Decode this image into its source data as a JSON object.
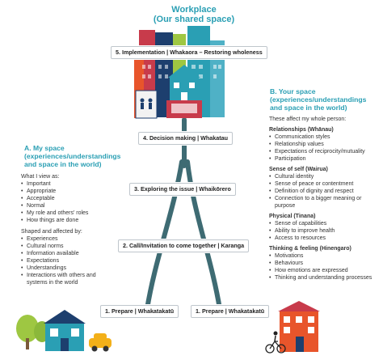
{
  "workplace": {
    "title": "Workplace",
    "subtitle": "(Our shared space)"
  },
  "steps": {
    "implementation": "5. Implementation | Whakaora – Restoring wholeness",
    "decision": "4. Decision making | Whakatau",
    "exploring": "3. Exploring the issue | Whaikōrero",
    "call": "2. Call/Invitation to come together | Karanga",
    "prepare_left": "1. Prepare | Whakatakatū",
    "prepare_right": "1. Prepare | Whakatakatū"
  },
  "left_panel": {
    "heading": [
      "A. My space",
      "(experiences/understandings",
      "and space in the world)"
    ],
    "intro": "What I view as:",
    "view_items": [
      "Important",
      "Appropriate",
      "Acceptable",
      "Normal",
      "My role and others' roles",
      "How things are done"
    ],
    "shaped_intro": "Shaped and affected by:",
    "shaped_items": [
      "Experiences",
      "Cultural norms",
      "Information available",
      "Expectations",
      "Understandings",
      "Interactions with others and systems in the world"
    ]
  },
  "right_panel": {
    "heading": [
      "B. Your space",
      "(experiences/understandings",
      "and space in the world)"
    ],
    "intro": "These affect my whole person:",
    "groups": [
      {
        "title": "Relationships (Whānau)",
        "items": [
          "Communication styles",
          "Relationship values",
          "Expectations of reciprocity/mutuality",
          "Participation"
        ]
      },
      {
        "title": "Sense of self (Wairua)",
        "items": [
          "Cultural identity",
          "Sense of peace or contentment",
          "Definition of dignity and respect",
          "Connection to a bigger meaning or purpose"
        ]
      },
      {
        "title": "Physical (Tinana)",
        "items": [
          "Sense of capabilities",
          "Ability to improve health",
          "Access to resources"
        ]
      },
      {
        "title": "Thinking & feeling (Hinengaro)",
        "items": [
          "Motivations",
          "Behaviours",
          "How emotions are expressed",
          "Thinking and understanding processes"
        ]
      }
    ]
  },
  "colors": {
    "road": "#3e6b73",
    "teal": "#2a9fb4",
    "orange": "#e8552b",
    "green": "#9ec742",
    "red": "#d0343a",
    "navy": "#1d3f6e"
  }
}
